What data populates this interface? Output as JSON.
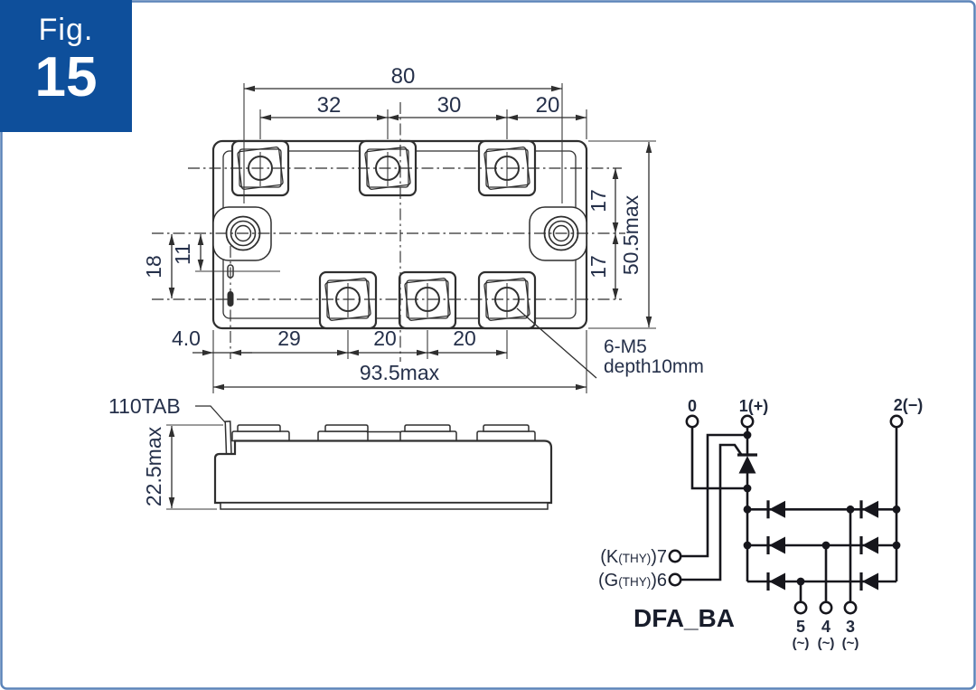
{
  "figure_badge": {
    "prefix": "Fig.",
    "number": "15"
  },
  "colors": {
    "badge_blue": "#0e4f9b",
    "border_blue": "#5b84b9",
    "drawing_line": "#2f2f2f",
    "dimension_text": "#25304a",
    "circuit_line": "#16161c"
  },
  "top_view": {
    "dimensions": {
      "mounting_hole_pitch": "80",
      "top_terminal_pitch_1": "32",
      "top_terminal_pitch_2": "30",
      "top_terminal_pitch_3": "20",
      "right_pitch_upper": "17",
      "right_pitch_lower": "17",
      "body_height_max": "50.5max",
      "left_pin_lower": "18",
      "left_pin_upper": "11",
      "pin_edge_offset": "4.0",
      "bottom_terminal_pitch_1": "29",
      "bottom_terminal_pitch_2": "20",
      "bottom_terminal_pitch_3": "20",
      "body_width_max": "93.5max"
    },
    "screw_note": {
      "line1": "6-M5",
      "line2": "depth10mm"
    }
  },
  "side_view": {
    "tab_label": "110TAB",
    "body_height_max": "22.5max"
  },
  "circuit": {
    "title": "DFA_BA",
    "terminal_0": "0",
    "terminal_1": "1(+)",
    "terminal_2": "2(−)",
    "terminal_7": {
      "pre": "(K",
      "small": "(THY)",
      "post": ")7"
    },
    "terminal_6": {
      "pre": "(G",
      "small": "(THY)",
      "post": ")6"
    },
    "terminal_5": "5",
    "terminal_4": "4",
    "terminal_3": "3",
    "ac_mark_5": "(~)",
    "ac_mark_4": "(~)",
    "ac_mark_3": "(~)"
  }
}
